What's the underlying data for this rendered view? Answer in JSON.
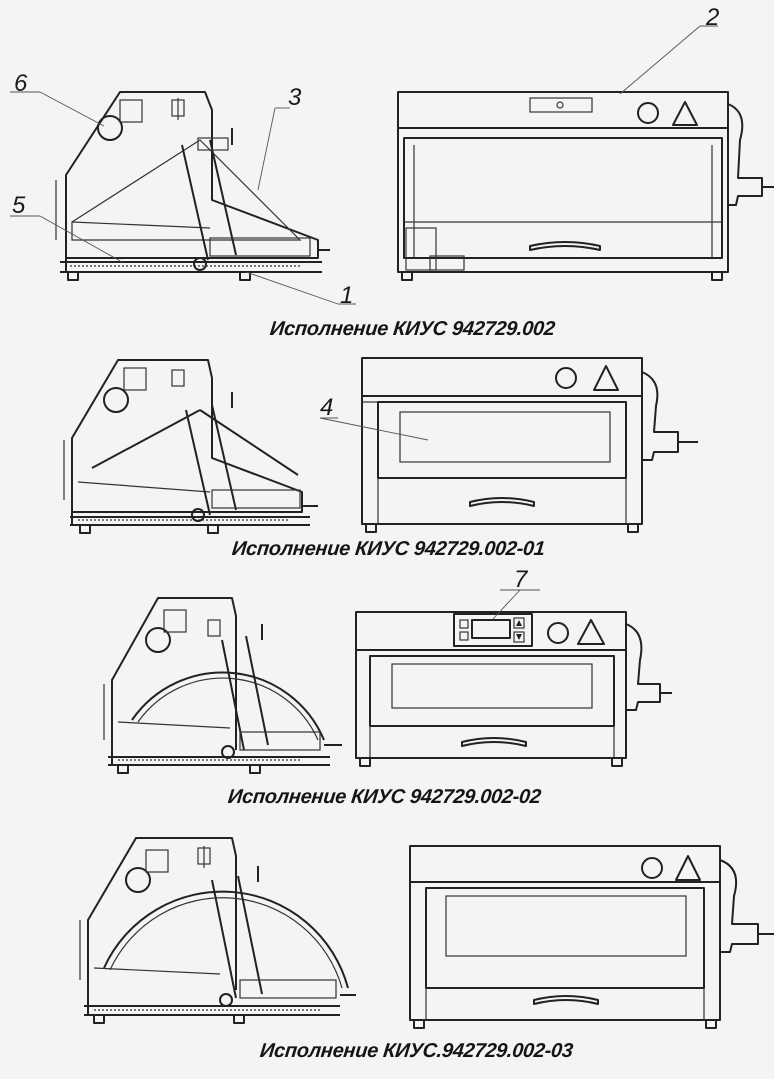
{
  "figure": {
    "callouts": [
      "1",
      "2",
      "3",
      "4",
      "5",
      "6",
      "7"
    ],
    "variants": [
      {
        "caption": "Исполнение КИУС 942729.002"
      },
      {
        "caption": "Исполнение КИУС 942729.002-01"
      },
      {
        "caption": "Исполнение КИУС 942729.002-02"
      },
      {
        "caption": "Исполнение КИУС.942729.002-03"
      }
    ],
    "colors": {
      "paper": "#f4f4f2",
      "ink": "#1a1a1a"
    },
    "icons": [
      "circle-symbol-icon",
      "triangle-warning-icon",
      "crank-handle-icon",
      "temperature-controller-icon"
    ]
  }
}
